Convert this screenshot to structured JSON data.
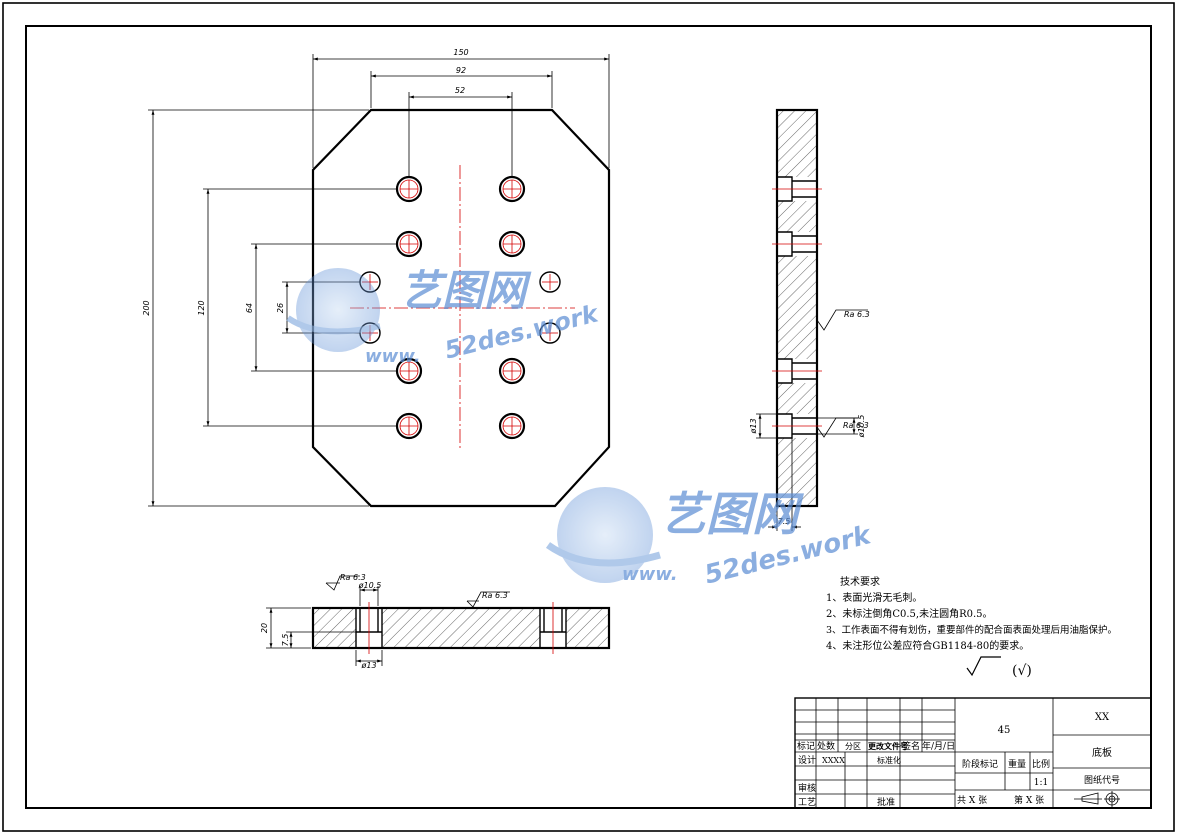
{
  "dimensions": {
    "width_150": "150",
    "width_92": "92",
    "width_52": "52",
    "height_200": "200",
    "height_120": "120",
    "height_64": "64",
    "height_26": "26",
    "section_height_20": "20",
    "section_depth_7_5": "7.5",
    "section_hole_10_5": "ø10.5",
    "section_hole_13": "ø13",
    "side_hole_13": "ø13",
    "side_hole_10_5": "ø10.5",
    "side_depth_7_5": "7.5"
  },
  "roughness": {
    "ra_top": "Ra 6.3",
    "ra_section_left": "Ra 6.3",
    "ra_side_1": "Ra 6.3",
    "ra_side_2": "Ra 6.3"
  },
  "tech_notes": {
    "title": "技术要求",
    "items": [
      "1、表面光滑无毛刺。",
      "2、未标注倒角C0.5,未注圆角R0.5。",
      "3、工作表面不得有划伤，重要部件的配合面表面处理后用油脂保护。",
      "4、未注形位公差应符合GB1184-80的要求。"
    ],
    "general_roughness_mark": "(√)"
  },
  "title_block": {
    "material": "45",
    "company": "XX",
    "part_name": "底板",
    "drawing_code_label": "图纸代号",
    "stage_label": "阶段标记",
    "weight_label": "重量",
    "scale_label": "比例",
    "scale_value": "1:1",
    "total_sheets": "共 X 张",
    "sheet_no": "第 X 张",
    "header_labels": [
      "标记",
      "处数",
      "分区",
      "更改文件号",
      "签名",
      "年/月/日"
    ],
    "design_label": "设计",
    "design_value": "XXXX",
    "standardize_label": "标准化",
    "review_label": "审核",
    "process_label": "工艺",
    "approve_label": "批准"
  },
  "watermark": {
    "brand": "艺图网",
    "url": "52des.work",
    "url_prefix": "www."
  }
}
